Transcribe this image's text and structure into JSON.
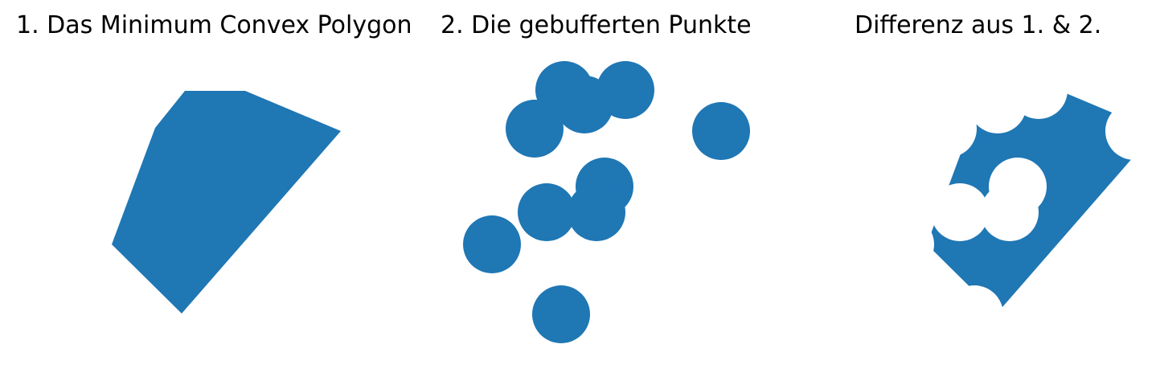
{
  "panels": [
    {
      "title": "1. Das Minimum Convex Polygon"
    },
    {
      "title": "2. Die gebufferten Punkte"
    },
    {
      "title": "Differenz aus 1. & 2."
    }
  ],
  "colors": {
    "fill": "#1f77b4",
    "background": "#ffffff"
  }
}
